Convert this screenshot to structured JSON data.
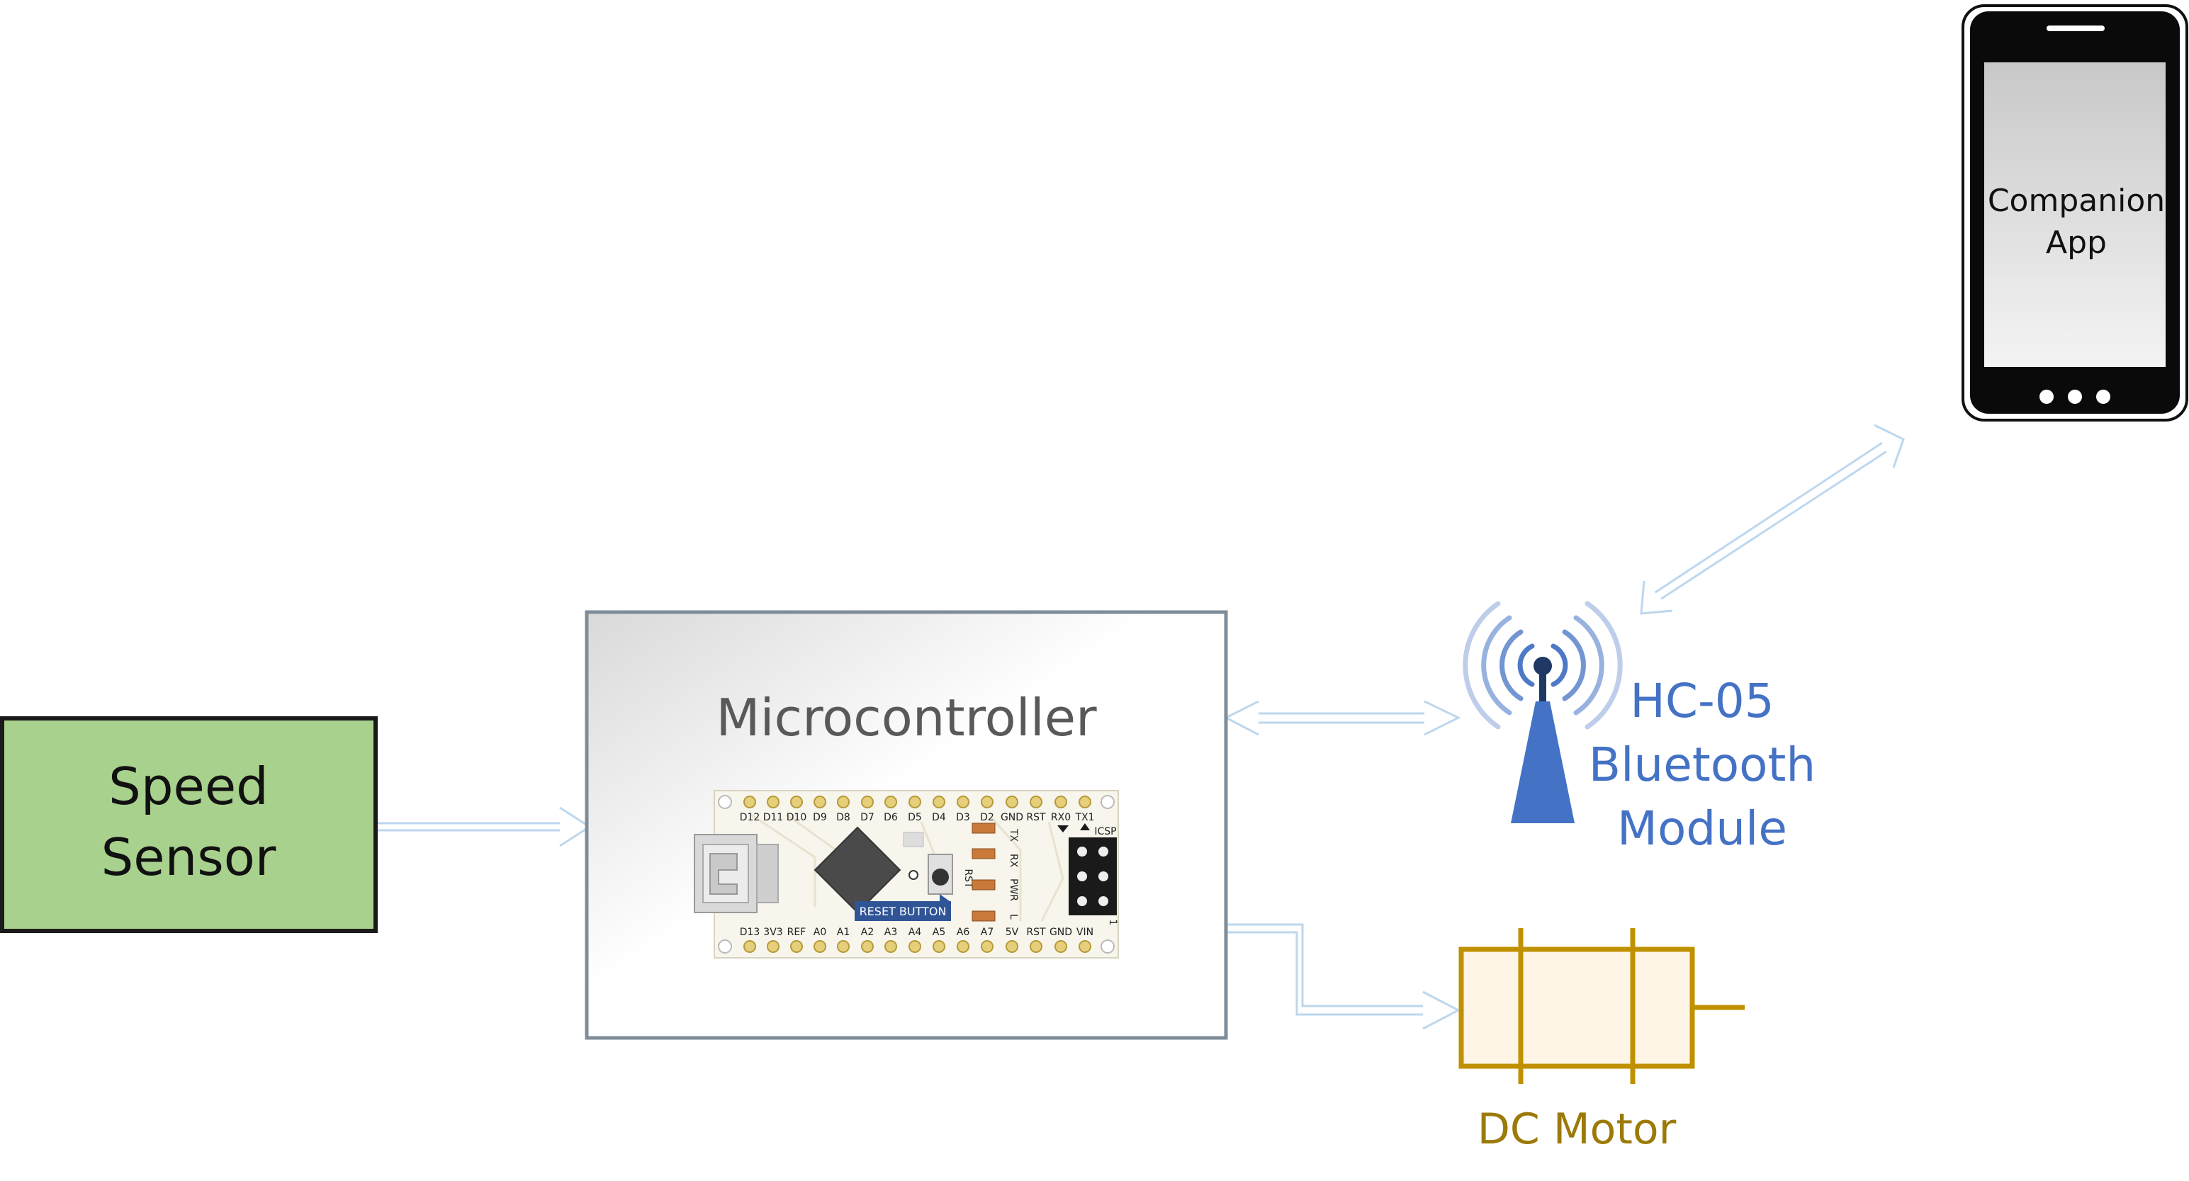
{
  "speed_sensor": {
    "line1": "Speed",
    "line2": "Sensor"
  },
  "microcontroller": {
    "title": "Microcontroller",
    "top_pins": [
      "D12",
      "D11",
      "D10",
      "D9",
      "D8",
      "D7",
      "D6",
      "D5",
      "D4",
      "D3",
      "D2",
      "GND",
      "RST",
      "RX0",
      "TX1"
    ],
    "bottom_pins": [
      "D13",
      "3V3",
      "REF",
      "A0",
      "A1",
      "A2",
      "A3",
      "A4",
      "A5",
      "A6",
      "A7",
      "5V",
      "RST",
      "GND",
      "VIN"
    ],
    "led_labels": [
      "TX",
      "RX",
      "PWR",
      "L"
    ],
    "rst_label": "RST",
    "icsp_label": "ICSP",
    "icsp_pin_label": "1",
    "reset_label": "RESET BUTTON"
  },
  "bluetooth": {
    "line1": "HC-05",
    "line2": "Bluetooth",
    "line3": "Module"
  },
  "phone": {
    "line1": "Companion",
    "line2": "App"
  },
  "motor": {
    "label": "DC Motor"
  },
  "colors": {
    "sensor_fill": "#a9d18e",
    "bluetooth_blue": "#4472c4",
    "motor_gold": "#bf9000",
    "motor_fill": "#fff5e6",
    "arrow": "#bdd7ee"
  },
  "icons": {
    "antenna": "antenna-tower-icon",
    "phone": "smartphone-icon",
    "motor": "dc-motor-icon",
    "board": "arduino-nano-icon"
  }
}
